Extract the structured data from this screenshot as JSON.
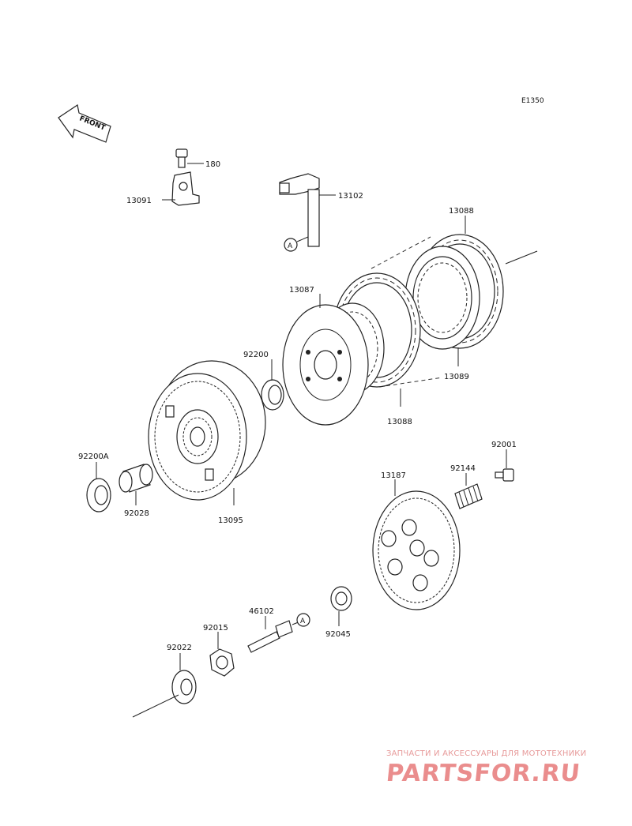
{
  "diagram_code": "E1350",
  "front_label": "FRONT",
  "ref_marker": "A",
  "parts": {
    "p180": "180",
    "p13091": "13091",
    "p13102": "13102",
    "p13088a": "13088",
    "p13087": "13087",
    "p13089": "13089",
    "p13088b": "13088",
    "p92200": "92200",
    "p92200A": "92200A",
    "p92028": "92028",
    "p13095": "13095",
    "p92001": "92001",
    "p92144": "92144",
    "p13187": "13187",
    "p46102": "46102",
    "p92015": "92015",
    "p92045": "92045",
    "p92022": "92022"
  },
  "watermark": {
    "tagline": "ЗАПЧАСТИ И АКСЕССУАРЫ ДЛЯ МОТОТЕХНИКИ",
    "brand": "PARTSFOR.RU"
  }
}
